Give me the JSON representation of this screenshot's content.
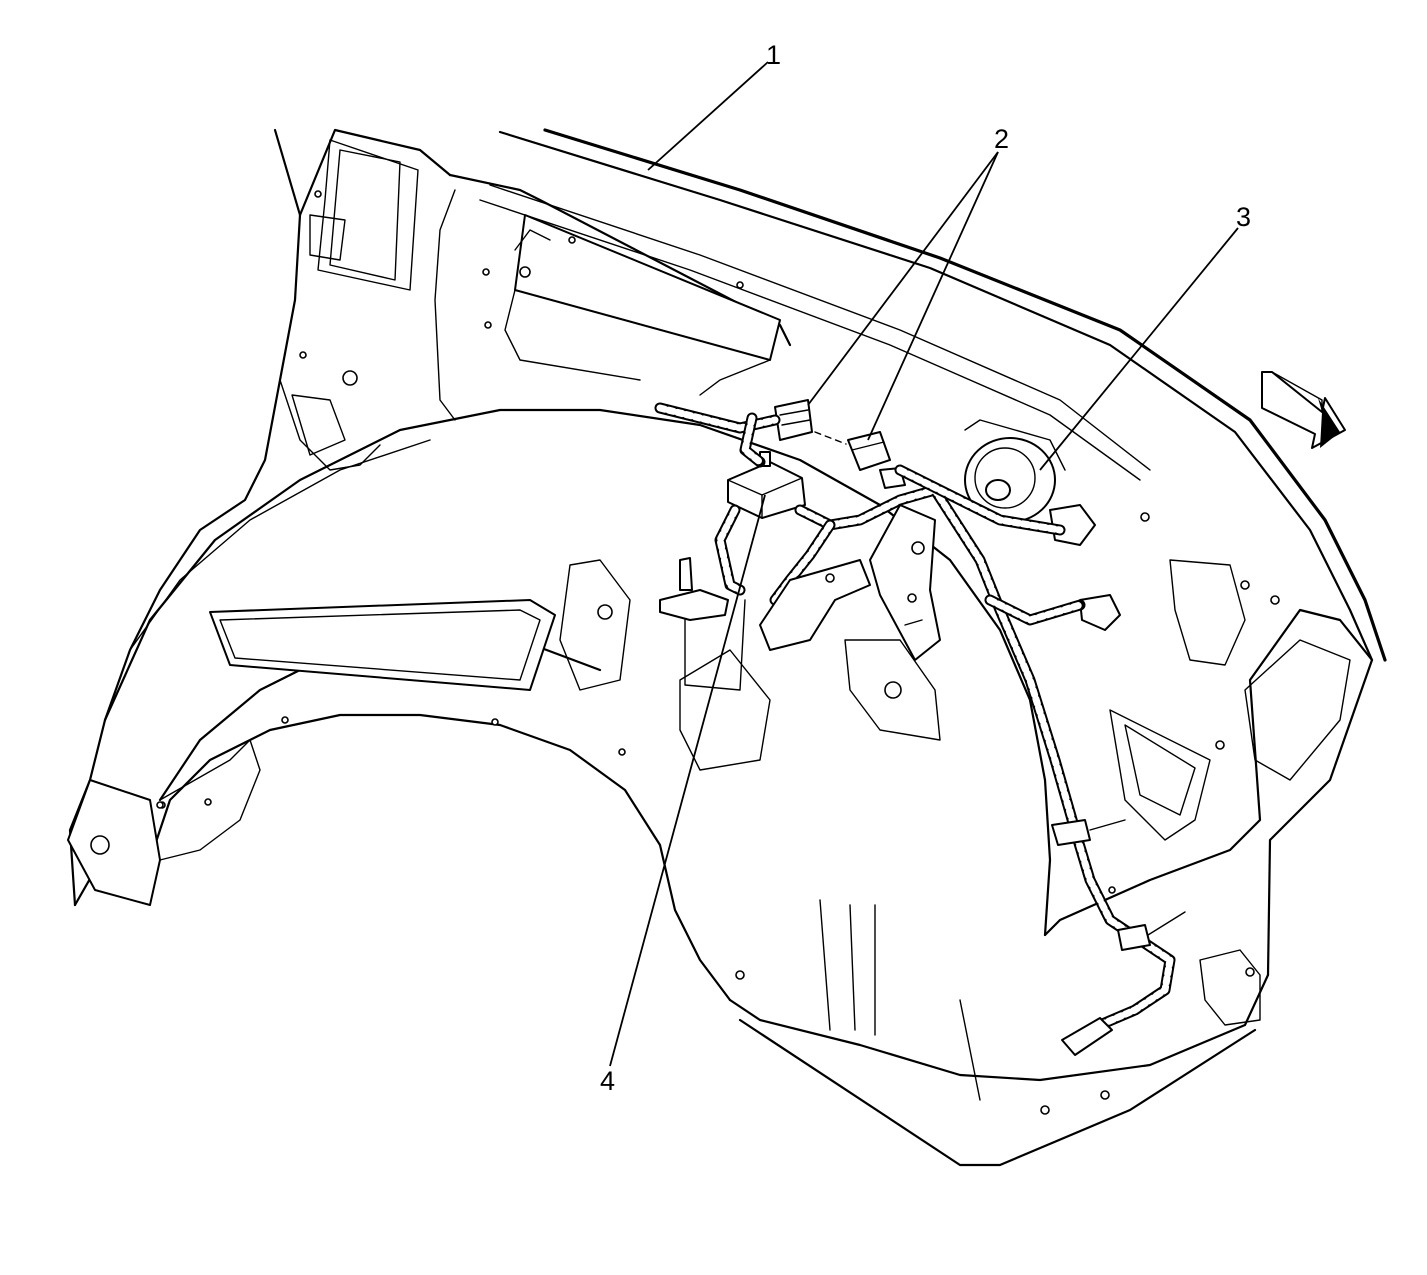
{
  "callouts": [
    {
      "id": "callout-1",
      "label": "1"
    },
    {
      "id": "callout-2",
      "label": "2"
    },
    {
      "id": "callout-3",
      "label": "3"
    },
    {
      "id": "callout-4",
      "label": "4"
    }
  ],
  "icons": {
    "direction_arrow": "forward-arrow-icon"
  },
  "colors": {
    "line": "#000000",
    "background": "#ffffff"
  }
}
